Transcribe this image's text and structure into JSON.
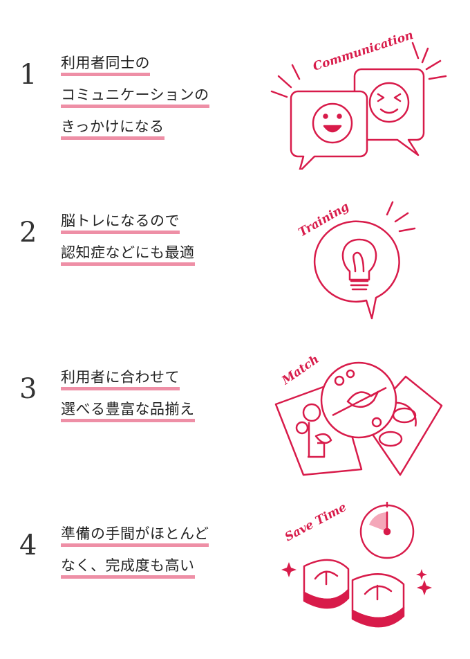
{
  "accent_color": "#d81b4a",
  "underline_color": "#ee8fa6",
  "items": [
    {
      "number": "1",
      "lines": [
        "利用者同士の",
        "コミュニケーションの",
        "きっかけになる"
      ],
      "illustration_label": "Communication",
      "illustration_icon": "speech-bubbles-faces-icon"
    },
    {
      "number": "2",
      "lines": [
        "脳トレになるので",
        "認知症などにも最適"
      ],
      "illustration_label": "Training",
      "illustration_icon": "lightbulb-bubble-icon"
    },
    {
      "number": "3",
      "lines": [
        "利用者に合わせて",
        "選べる豊富な品揃え"
      ],
      "illustration_label": "Match",
      "illustration_icon": "coloring-pages-icon"
    },
    {
      "number": "4",
      "lines": [
        "準備の手間がほとんど",
        "なく、完成度も高い"
      ],
      "illustration_label": "Save Time",
      "illustration_icon": "clock-sandals-icon"
    }
  ]
}
